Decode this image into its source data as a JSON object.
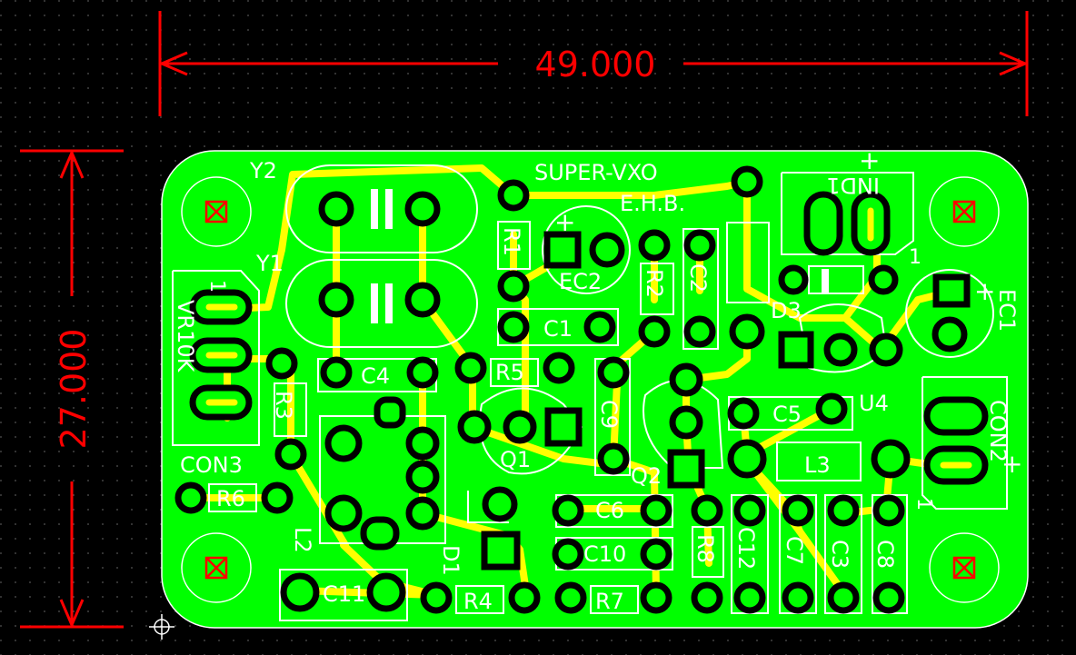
{
  "dimensions": {
    "width_label": "49.000",
    "height_label": "27.000"
  },
  "board": {
    "title": "SUPER-VXO",
    "subtitle": "E.H.B."
  },
  "silkscreen_labels": [
    "Y2",
    "Y1",
    "VR10K",
    "R3",
    "CON3",
    "R6",
    "L2",
    "C4",
    "R1",
    "EC2",
    "C1",
    "R5",
    "Q1",
    "C9",
    "R2",
    "C2",
    "D3",
    "IND1",
    "EC1",
    "U4",
    "C5",
    "L3",
    "CON2",
    "Q2",
    "C6",
    "C10",
    "D1",
    "R4",
    "R7",
    "C11",
    "R8",
    "C12",
    "C7",
    "C3",
    "C8"
  ],
  "pin_markers": [
    "1",
    "1",
    "1",
    "+",
    "+",
    "+",
    "+"
  ],
  "colors": {
    "background": "#000000",
    "board": "#00ff00",
    "trace": "#ffff00",
    "silkscreen": "#ffffff",
    "pad": "#000000",
    "dimension": "#ff0000",
    "mount_hole": "#ff0000"
  },
  "icons": [
    "crosshair-icon",
    "mounting-hole-icon"
  ]
}
